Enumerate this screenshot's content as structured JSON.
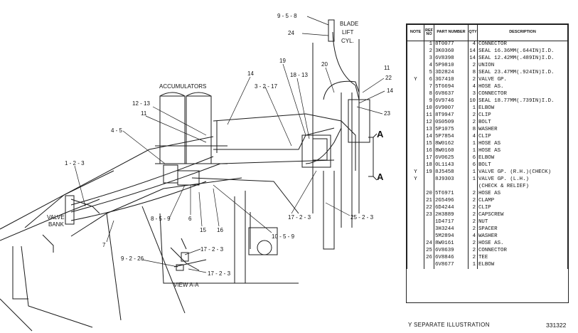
{
  "diagram": {
    "labels": {
      "blade_lift_cyl": [
        "BLADE",
        "LIFT",
        "CYL."
      ],
      "accumulators": "ACCUMULATORS",
      "valve_bank": [
        "VALVE",
        "BANK"
      ],
      "view_aa": "VIEW A-A",
      "section_a_top": "A",
      "section_a_bottom": "A"
    },
    "callouts": {
      "c_9_5_8": "9 - 5 - 8",
      "c_24_top": "24",
      "c_14_top": "14",
      "c_19": "19",
      "c_18_13": "18 - 13",
      "c_3_2_17": "3 - 2 - 17",
      "c_20": "20",
      "c_11_right": "11",
      "c_22": "22",
      "c_14_right": "14",
      "c_23": "23",
      "c_12_13": "12 - 13",
      "c_11_left": "11",
      "c_4_5": "4 - 5",
      "c_1_2_3": "1 - 2 - 3",
      "c_8_5_9": "8 - 5 - 9",
      "c_6": "6",
      "c_15": "15",
      "c_16": "16",
      "c_7": "7",
      "c_10_5_9": "10 - 5 - 9",
      "c_17_2_3_mid": "17 - 2 - 3",
      "c_25_2_3": "25 - 2 - 3",
      "c_17_2_3_a": "17 - 2 - 3",
      "c_9_2_26": "9 - 2 - 26",
      "c_17_2_3_b": "17 - 2 - 3"
    }
  },
  "parts": {
    "headers": {
      "note": "NOTE",
      "ref_no": "REF NO",
      "part_number": "PART NUMBER",
      "qty": "QTY",
      "description": "DESCRIPTION"
    },
    "rows": [
      {
        "note": "",
        "ref": "1",
        "part": "8T0077",
        "qty": "4",
        "desc": "CONNECTOR"
      },
      {
        "note": "",
        "ref": "2",
        "part": "3K0360",
        "qty": "14",
        "desc": "SEAL 16.36MM(.644IN)I.D."
      },
      {
        "note": "",
        "ref": "3",
        "part": "6V8398",
        "qty": "14",
        "desc": "SEAL 12.42MM(.489IN)I.D."
      },
      {
        "note": "",
        "ref": "4",
        "part": "5P9810",
        "qty": "2",
        "desc": "UNION"
      },
      {
        "note": "",
        "ref": "5",
        "part": "3D2824",
        "qty": "8",
        "desc": "SEAL 23.47MM(.924IN)I.D."
      },
      {
        "note": "Y",
        "ref": "6",
        "part": "3G7410",
        "qty": "2",
        "desc": "VALVE GP."
      },
      {
        "note": "",
        "ref": "7",
        "part": "5T6694",
        "qty": "4",
        "desc": "HOSE AS."
      },
      {
        "note": "",
        "ref": "8",
        "part": "6V8637",
        "qty": "3",
        "desc": "CONNECTOR"
      },
      {
        "note": "",
        "ref": "9",
        "part": "6V9746",
        "qty": "10",
        "desc": "SEAL 18.77MM(.739IN)I.D."
      },
      {
        "note": "",
        "ref": "10",
        "part": "6V9007",
        "qty": "1",
        "desc": "ELBOW"
      },
      {
        "note": "",
        "ref": "11",
        "part": "8T9947",
        "qty": "2",
        "desc": "CLIP"
      },
      {
        "note": "",
        "ref": "12",
        "part": "0S0509",
        "qty": "2",
        "desc": "BOLT"
      },
      {
        "note": "",
        "ref": "13",
        "part": "5P1075",
        "qty": "8",
        "desc": "WASHER"
      },
      {
        "note": "",
        "ref": "14",
        "part": "5P7854",
        "qty": "4",
        "desc": "CLIP"
      },
      {
        "note": "",
        "ref": "15",
        "part": "8W0162",
        "qty": "1",
        "desc": "HOSE AS"
      },
      {
        "note": "",
        "ref": "16",
        "part": "8W0160",
        "qty": "1",
        "desc": "HOSE AS"
      },
      {
        "note": "",
        "ref": "17",
        "part": "6V0625",
        "qty": "6",
        "desc": "ELBOW"
      },
      {
        "note": "",
        "ref": "18",
        "part": "0L1143",
        "qty": "6",
        "desc": "BOLT"
      },
      {
        "note": "Y",
        "ref": "19",
        "part": "8J5458",
        "qty": "1",
        "desc": "VALVE GP. (R.H.)(CHECK)"
      },
      {
        "note": "Y",
        "ref": "",
        "part": "8J9303",
        "qty": "1",
        "desc": "VALVE GP. (L.H.)"
      },
      {
        "note": "",
        "ref": "",
        "part": "",
        "qty": "",
        "desc": "(CHECK & RELIEF)"
      },
      {
        "note": "",
        "ref": "20",
        "part": "5T6971",
        "qty": "2",
        "desc": "HOSE AS"
      },
      {
        "note": "",
        "ref": "21",
        "part": "2G5496",
        "qty": "2",
        "desc": "CLAMP"
      },
      {
        "note": "",
        "ref": "22",
        "part": "6D4244",
        "qty": "2",
        "desc": "CLIP"
      },
      {
        "note": "",
        "ref": "23",
        "part": "2H3889",
        "qty": "2",
        "desc": "CAPSCREW"
      },
      {
        "note": "",
        "ref": "",
        "part": "1D4717",
        "qty": "2",
        "desc": "NUT"
      },
      {
        "note": "",
        "ref": "",
        "part": "3H3244",
        "qty": "2",
        "desc": "SPACER"
      },
      {
        "note": "",
        "ref": "",
        "part": "5M2894",
        "qty": "4",
        "desc": "WASHER"
      },
      {
        "note": "",
        "ref": "24",
        "part": "8W0161",
        "qty": "2",
        "desc": "HOSE AS."
      },
      {
        "note": "",
        "ref": "25",
        "part": "6V8639",
        "qty": "2",
        "desc": "CONNECTOR"
      },
      {
        "note": "",
        "ref": "26",
        "part": "6V8846",
        "qty": "2",
        "desc": "TEE"
      },
      {
        "note": "",
        "ref": "",
        "part": "6V8677",
        "qty": "1",
        "desc": "ELBOW"
      }
    ]
  },
  "footer": {
    "note_text": "Y   SEPARATE ILLUSTRATION",
    "drawing_number": "331322"
  }
}
